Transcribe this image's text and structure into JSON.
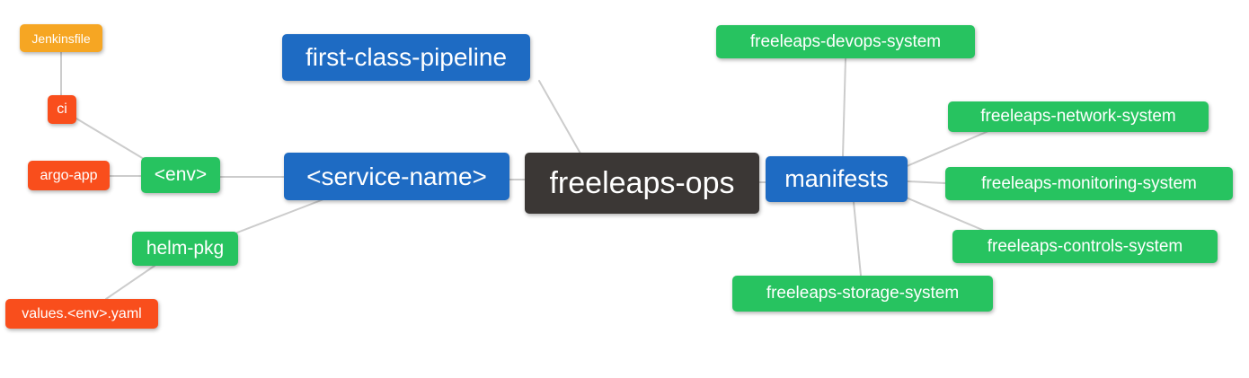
{
  "diagram": {
    "type": "mindmap",
    "background_color": "#FFFFFF",
    "edge_color": "#CCCCCC",
    "text_color": "#FFFFFF",
    "palette": {
      "blue": "#1E6BC3",
      "green": "#27C360",
      "orange": "#F6A623",
      "red": "#F94E1C",
      "dark": "#3B3735"
    }
  },
  "nodes": [
    {
      "id": "jenkinsfile",
      "label": "Jenkinsfile",
      "color": "orange"
    },
    {
      "id": "ci",
      "label": "ci",
      "color": "red"
    },
    {
      "id": "argo-app",
      "label": "argo-app",
      "color": "red"
    },
    {
      "id": "env",
      "label": "<env>",
      "color": "green"
    },
    {
      "id": "helm-pkg",
      "label": "helm-pkg",
      "color": "green"
    },
    {
      "id": "values-env-yaml",
      "label": "values.<env>.yaml",
      "color": "red"
    },
    {
      "id": "first-class-pipeline",
      "label": "first-class-pipeline",
      "color": "blue"
    },
    {
      "id": "service-name",
      "label": "<service-name>",
      "color": "blue"
    },
    {
      "id": "freeleaps-ops",
      "label": "freeleaps-ops",
      "color": "dark"
    },
    {
      "id": "manifests",
      "label": "manifests",
      "color": "blue"
    },
    {
      "id": "freeleaps-devops-system",
      "label": "freeleaps-devops-system",
      "color": "green"
    },
    {
      "id": "freeleaps-network-system",
      "label": "freeleaps-network-system",
      "color": "green"
    },
    {
      "id": "freeleaps-monitoring-system",
      "label": "freeleaps-monitoring-system",
      "color": "green"
    },
    {
      "id": "freeleaps-controls-system",
      "label": "freeleaps-controls-system",
      "color": "green"
    },
    {
      "id": "freeleaps-storage-system",
      "label": "freeleaps-storage-system",
      "color": "green"
    }
  ],
  "edges": [
    {
      "from": "jenkinsfile",
      "to": "ci"
    },
    {
      "from": "ci",
      "to": "env"
    },
    {
      "from": "argo-app",
      "to": "env"
    },
    {
      "from": "env",
      "to": "service-name"
    },
    {
      "from": "helm-pkg",
      "to": "service-name"
    },
    {
      "from": "values-env-yaml",
      "to": "helm-pkg"
    },
    {
      "from": "first-class-pipeline",
      "to": "freeleaps-ops"
    },
    {
      "from": "service-name",
      "to": "freeleaps-ops"
    },
    {
      "from": "freeleaps-ops",
      "to": "manifests"
    },
    {
      "from": "manifests",
      "to": "freeleaps-devops-system"
    },
    {
      "from": "manifests",
      "to": "freeleaps-network-system"
    },
    {
      "from": "manifests",
      "to": "freeleaps-monitoring-system"
    },
    {
      "from": "manifests",
      "to": "freeleaps-controls-system"
    },
    {
      "from": "manifests",
      "to": "freeleaps-storage-system"
    }
  ]
}
